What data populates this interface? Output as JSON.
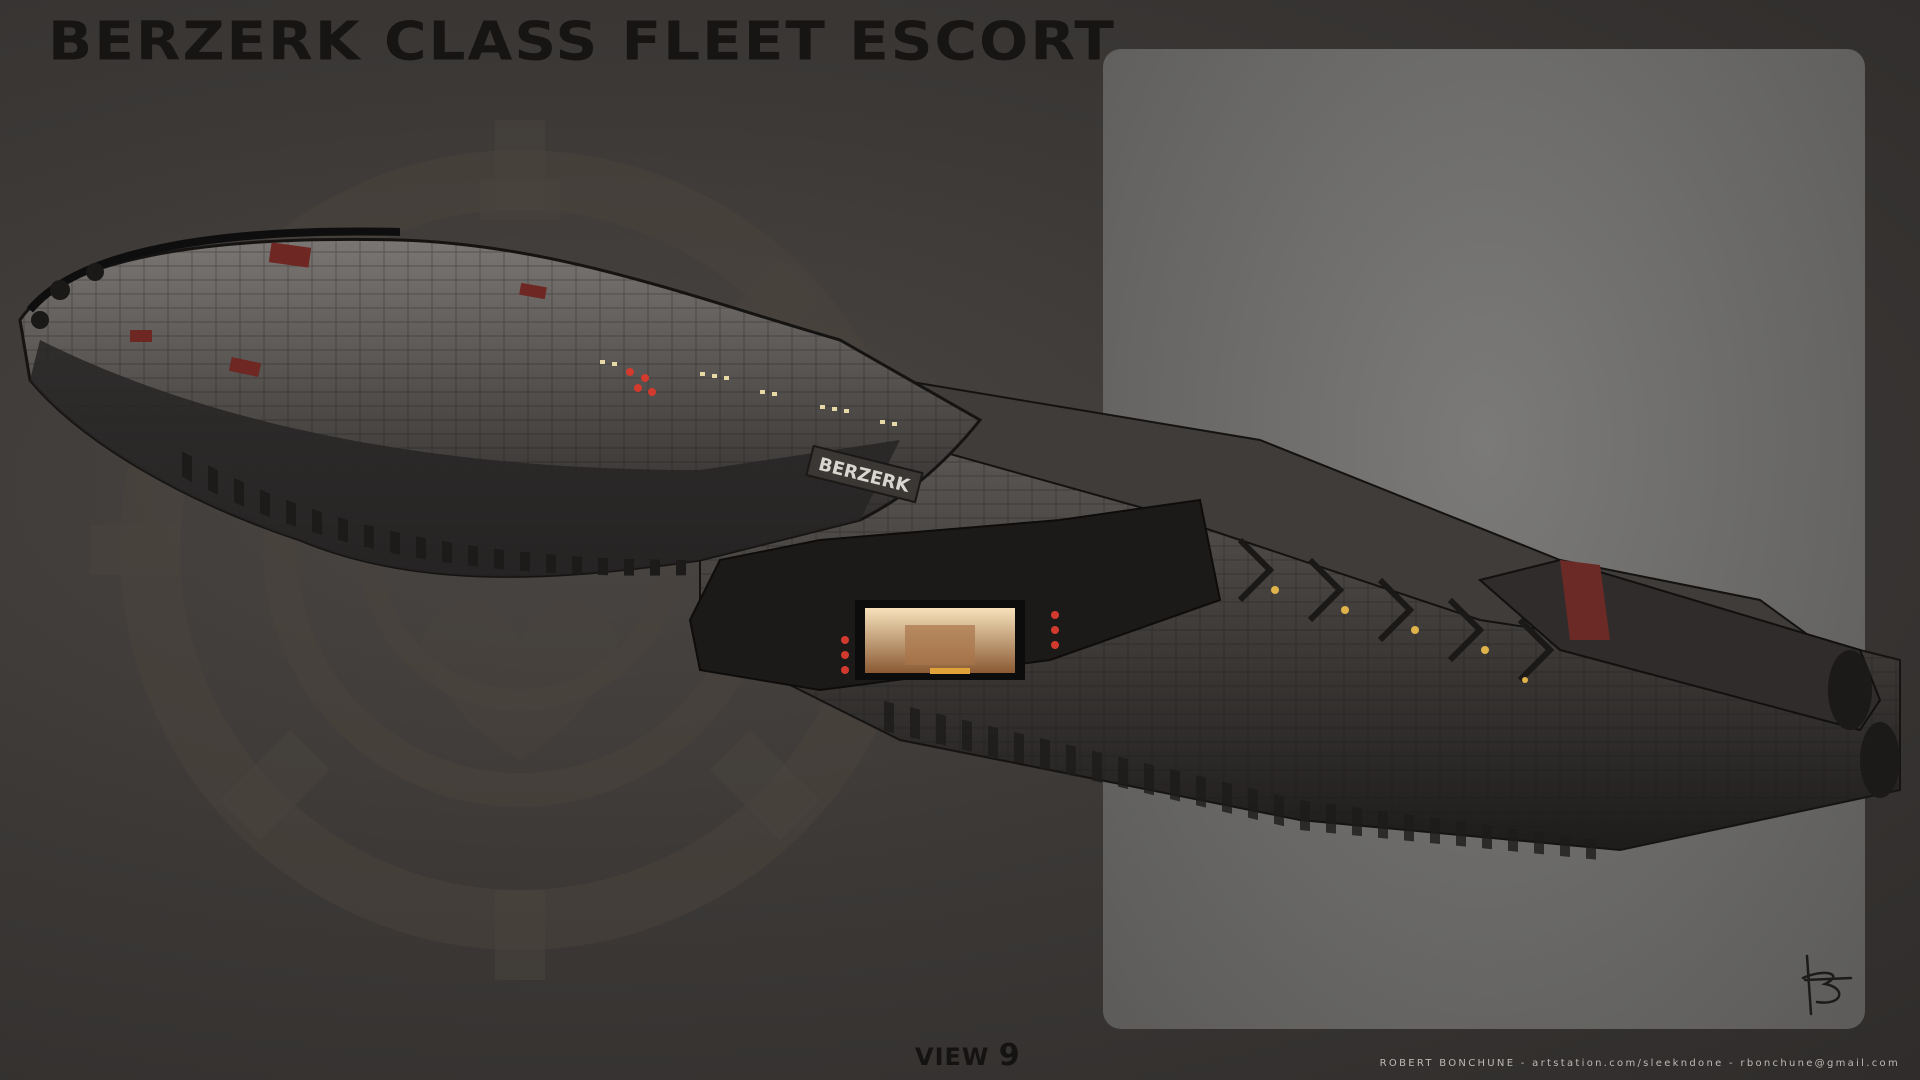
{
  "header": {
    "title": "BERZERK CLASS FLEET ESCORT"
  },
  "ship": {
    "hull_marking": "BERZERK"
  },
  "footer": {
    "view_word": "VIEW",
    "view_number": "9",
    "credits": "ROBERT BONCHUNE - artstation.com/sleekndone - rbonchune@gmail.com"
  },
  "icons": {
    "emblem": "colonial-emblem-icon",
    "signature": "artist-signature-icon"
  },
  "colors": {
    "background": "#3c3937",
    "panel": "#6f6e6c",
    "title_text": "#161514",
    "hull_dark": "#2a2827",
    "hull_light": "#6d6a67",
    "hull_accent_red": "#7a2a26",
    "hangar_light": "#f2d2a0"
  }
}
